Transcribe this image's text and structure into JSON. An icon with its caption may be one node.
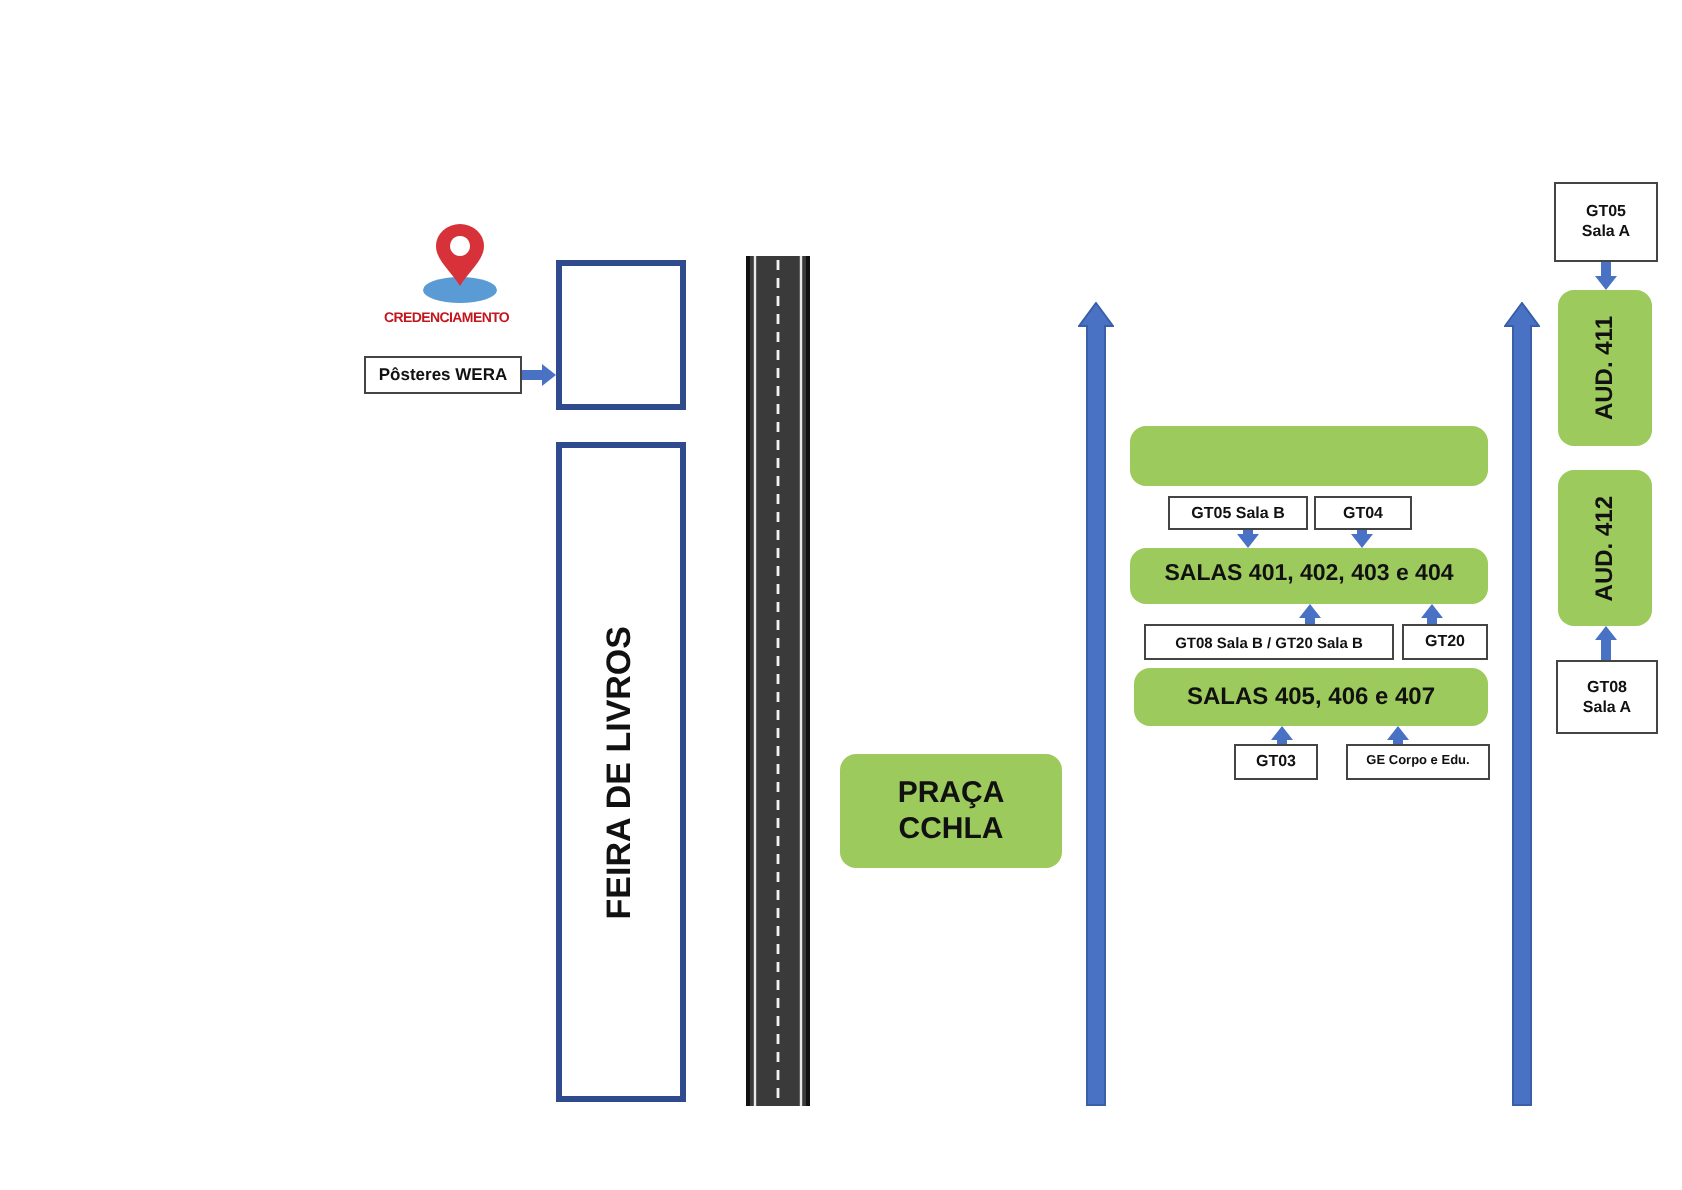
{
  "diagram": {
    "nodes": [
      {
        "text": [],
        "shape": "box"
      },
      {
        "text": [
          "Pôsteres WERA"
        ]
      },
      {
        "text": [
          "FEIRA DE LIVROS"
        ]
      },
      {
        "text": [
          "PRAÇA CCHLA"
        ]
      },
      {
        "text": [],
        "shape": "box"
      },
      {
        "text": [
          "GT05 Sala B"
        ]
      },
      {
        "text": [
          "GT04"
        ]
      },
      {
        "text": [
          "SALAS 401, 402, 403 e 404"
        ]
      },
      {
        "text": [
          "GT08 Sala B / GT20 Sala B"
        ]
      },
      {
        "text": [
          "GT20"
        ]
      },
      {
        "text": [
          "SALAS 405, 406 e 407"
        ]
      },
      {
        "text": [
          "GT03"
        ]
      },
      {
        "text": [
          "GE Corpo e Edu."
        ]
      },
      {
        "text": [
          "GT05 Sala A"
        ]
      },
      {
        "text": [
          "AUD. 411"
        ]
      },
      {
        "text": [
          "AUD. 412"
        ]
      },
      {
        "text": [
          "GT08 Sala A"
        ]
      }
    ],
    "edges": [
      {
        "from": 1,
        "to": 0,
        "arrow": "to"
      },
      {
        "from": 5,
        "to": 7,
        "arrow": "to"
      },
      {
        "from": 6,
        "to": 7,
        "arrow": "to"
      },
      {
        "from": 8,
        "to": 7,
        "arrow": "to"
      },
      {
        "from": 9,
        "to": 7,
        "arrow": "to"
      },
      {
        "from": 11,
        "to": 10,
        "arrow": "to"
      },
      {
        "from": 12,
        "to": 10,
        "arrow": "to"
      },
      {
        "from": 13,
        "to": 14,
        "arrow": "to"
      },
      {
        "from": 16,
        "to": 15,
        "arrow": "to"
      }
    ],
    "labels": [
      "CREDENCIAMENTO"
    ]
  }
}
